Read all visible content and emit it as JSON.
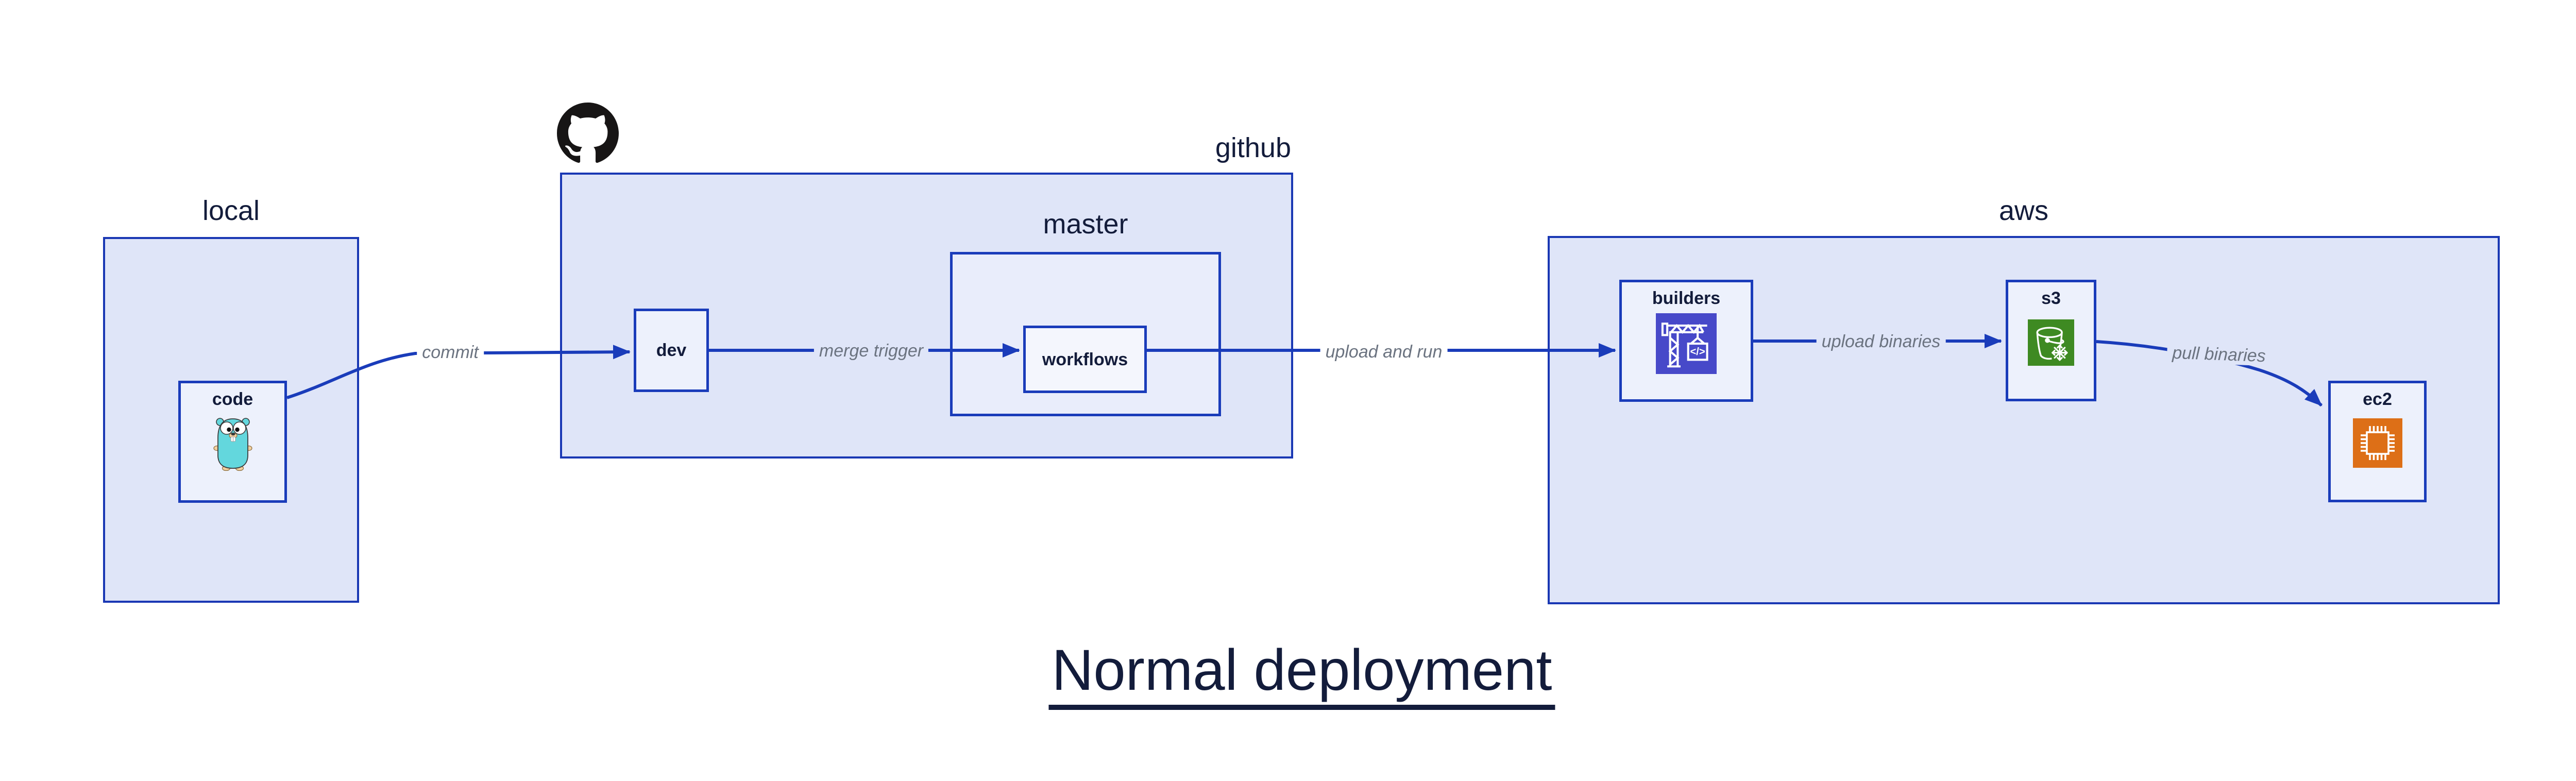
{
  "diagram": {
    "title": "Normal deployment",
    "containers": {
      "local": {
        "label": "local"
      },
      "github": {
        "label": "github"
      },
      "master": {
        "label": "master"
      },
      "aws": {
        "label": "aws"
      }
    },
    "nodes": {
      "code": {
        "label": "code",
        "icon": "go-gopher-icon"
      },
      "dev": {
        "label": "dev"
      },
      "workflows": {
        "label": "workflows"
      },
      "builders": {
        "label": "builders",
        "icon": "codebuild-crane-icon",
        "icon_glyph": "</>"
      },
      "s3": {
        "label": "s3",
        "icon": "s3-bucket-icon"
      },
      "ec2": {
        "label": "ec2",
        "icon": "ec2-chip-icon"
      }
    },
    "edges": {
      "commit": {
        "label": "commit"
      },
      "merge_trigger": {
        "label": "merge trigger"
      },
      "upload_and_run": {
        "label": "upload and run"
      },
      "upload_binaries": {
        "label": "upload binaries"
      },
      "pull_binaries": {
        "label": "pull binaries"
      }
    },
    "logos": {
      "github_mark": "github-logo"
    }
  },
  "colors": {
    "container_fill": "#dfe5f8",
    "container_border": "#1a38b4",
    "node_fill": "#edf1fc",
    "master_fill": "#e9edfb",
    "edge_blue": "#1a3cba",
    "text_navy": "#131c3b",
    "label_gray": "#6b7380",
    "codebuild_purple": "#4749c9",
    "s3_green": "#3e8a22",
    "ec2_orange": "#dd6f17",
    "gopher_teal": "#63d7dd"
  }
}
